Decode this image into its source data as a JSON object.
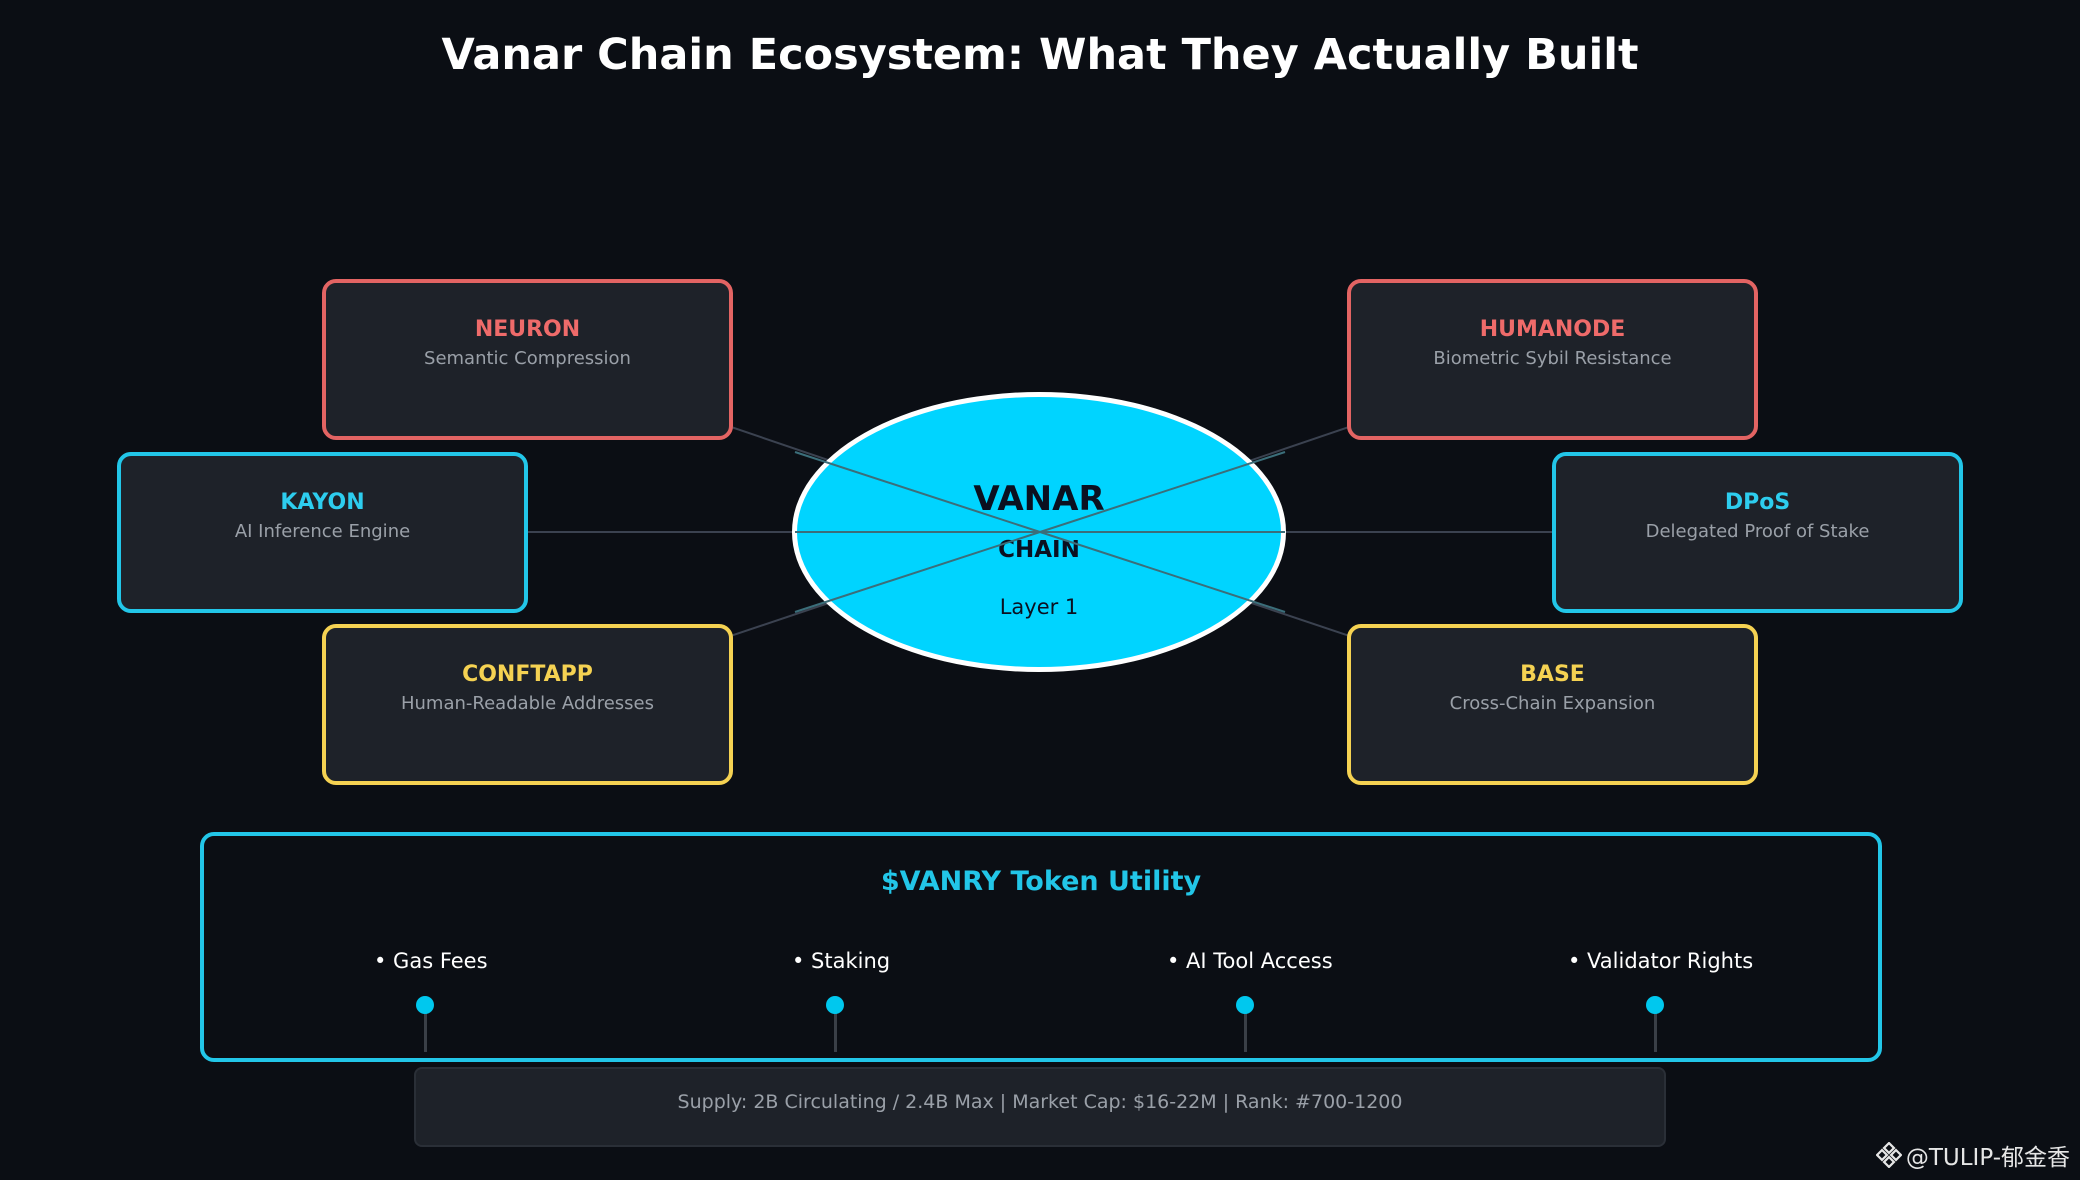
{
  "title": "Vanar Chain Ecosystem: What They Actually Built",
  "hub": {
    "title": "VANAR",
    "subtitle": "CHAIN",
    "layer": "Layer 1",
    "color": "#00d4ff"
  },
  "nodes": [
    {
      "id": "neuron",
      "title": "NEURON",
      "desc": "Semantic Compression",
      "color": "red"
    },
    {
      "id": "humanode",
      "title": "HUMANODE",
      "desc": "Biometric Sybil Resistance",
      "color": "red"
    },
    {
      "id": "kayon",
      "title": "KAYON",
      "desc": "AI Inference Engine",
      "color": "cyan"
    },
    {
      "id": "dpos",
      "title": "DPoS",
      "desc": "Delegated Proof of Stake",
      "color": "cyan"
    },
    {
      "id": "conftapp",
      "title": "CONFTAPP",
      "desc": "Human-Readable Addresses",
      "color": "yellow"
    },
    {
      "id": "base",
      "title": "BASE",
      "desc": "Cross-Chain Expansion",
      "color": "yellow"
    }
  ],
  "token": {
    "title": "$VANRY Token Utility",
    "utilities": [
      "• Gas Fees",
      "• Staking",
      "• AI Tool Access",
      "• Validator Rights"
    ]
  },
  "stats": "Supply: 2B Circulating / 2.4B Max  |  Market Cap: $16-22M  |  Rank: #700-1200",
  "watermark": "@TULIP-郁金香",
  "colors": {
    "red": "#e36463",
    "cyan": "#22c6e8",
    "yellow": "#f5d252",
    "background": "#0b0e14"
  }
}
